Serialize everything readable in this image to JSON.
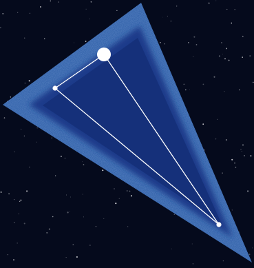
{
  "scene": {
    "background_color": "#050a1c",
    "triangle_outer_color": "#2e5fa8",
    "triangle_inner_color": "#1c3a8a",
    "triangle_core_color": "#15307a",
    "line_color": "#ffffff",
    "star_color": "#ffffff",
    "constellation": {
      "points": [
        {
          "name": "top-star",
          "size": "large"
        },
        {
          "name": "left-star",
          "size": "small"
        },
        {
          "name": "bottom-star",
          "size": "small"
        }
      ]
    }
  }
}
